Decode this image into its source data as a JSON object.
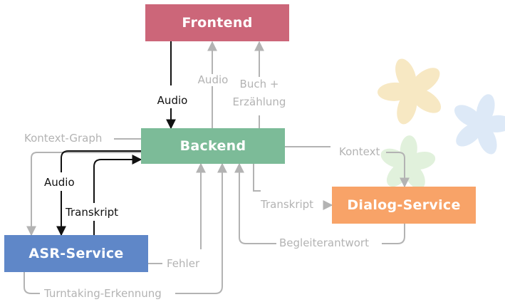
{
  "boxes": {
    "frontend": {
      "label": "Frontend",
      "color": "#cc6679"
    },
    "backend": {
      "label": "Backend",
      "color": "#7cbb98"
    },
    "asr": {
      "label": "ASR-Service",
      "color": "#5f87c8"
    },
    "dialog": {
      "label": "Dialog-Service",
      "color": "#f8a368"
    }
  },
  "edges": {
    "audio_to_backend": "Audio",
    "audio_to_frontend": "Audio",
    "buch_line1": "Buch +",
    "buch_line2": "Erzählung",
    "kontext_graph": "Kontext-Graph",
    "audio_to_asr": "Audio",
    "transkript_to_backend": "Transkript",
    "kontext": "Kontext",
    "transkript_to_dialog": "Transkript",
    "begleiterantwort": "Begleiterantwort",
    "fehler": "Fehler",
    "turntaking": "Turntaking-Erkennung"
  },
  "colors": {
    "active_arrow": "#000000",
    "passive_arrow": "#b3b3b3",
    "flower_yellow": "#f6e3b5",
    "flower_blue": "#d8e6f6",
    "flower_green": "#dcefd6"
  },
  "decorations": [
    "flower-icon",
    "flower-icon",
    "flower-icon"
  ]
}
